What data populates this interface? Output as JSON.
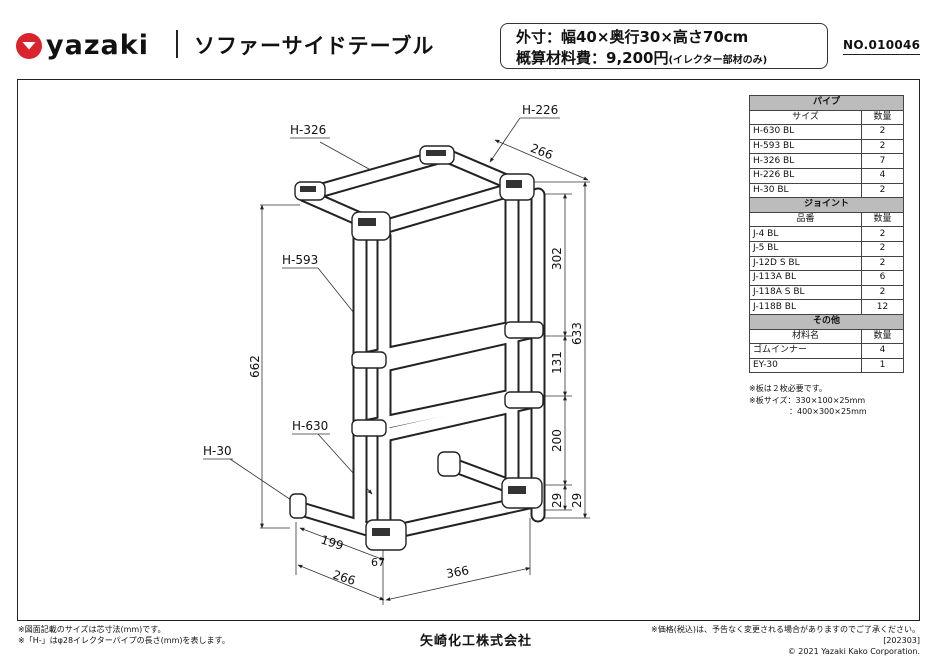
{
  "header": {
    "brand": "yazaki",
    "title": "ソファーサイドテーブル",
    "spec_size": "外寸：幅40×奥行30×高さ70cm",
    "spec_cost": "概算材料費：9,200円",
    "spec_cost_note": "(イレクター部材のみ)",
    "doc_no": "NO.010046"
  },
  "parts_table": {
    "pipe": {
      "title": "パイプ",
      "col1": "サイズ",
      "col2": "数量",
      "rows": [
        {
          "name": "H-630 BL",
          "qty": "2"
        },
        {
          "name": "H-593 BL",
          "qty": "2"
        },
        {
          "name": "H-326 BL",
          "qty": "7"
        },
        {
          "name": "H-226 BL",
          "qty": "4"
        },
        {
          "name": "H-30 BL",
          "qty": "2"
        }
      ]
    },
    "joint": {
      "title": "ジョイント",
      "col1": "品番",
      "col2": "数量",
      "rows": [
        {
          "name": "J-4 BL",
          "qty": "2"
        },
        {
          "name": "J-5 BL",
          "qty": "2"
        },
        {
          "name": "J-12D S BL",
          "qty": "2"
        },
        {
          "name": "J-113A BL",
          "qty": "6"
        },
        {
          "name": "J-118A S BL",
          "qty": "2"
        },
        {
          "name": "J-118B BL",
          "qty": "12"
        }
      ]
    },
    "other": {
      "title": "その他",
      "col1": "材料名",
      "col2": "数量",
      "rows": [
        {
          "name": "ゴムインナー",
          "qty": "4"
        },
        {
          "name": "EY-30",
          "qty": "1"
        }
      ]
    }
  },
  "notes": {
    "line1": "※板は２枚必要です。",
    "line2": "※板サイズ：330×100×25mm",
    "line3": "：400×300×25mm"
  },
  "drawing": {
    "labels": {
      "h326": "H-326",
      "h226": "H-226",
      "h593": "H-593",
      "h630": "H-630",
      "h30": "H-30"
    },
    "dims": {
      "d266_top": "266",
      "d302": "302",
      "d633": "633",
      "d662": "662",
      "d131": "131",
      "d200": "200",
      "d29a": "29",
      "d29b": "29",
      "d199": "199",
      "d266_bottom": "266",
      "d366": "366",
      "d67": "67"
    }
  },
  "footer": {
    "note1": "※図面記載のサイズは芯寸法(mm)です。",
    "note2": "※「H-」はφ28イレクターパイプの長さ(mm)を表します。",
    "company": "矢崎化工株式会社",
    "disclaimer": "※価格(税込)は、予告なく変更される場合がありますのでご了承ください。[202303]",
    "copyright": "© 2021 Yazaki Kako Corporation."
  }
}
